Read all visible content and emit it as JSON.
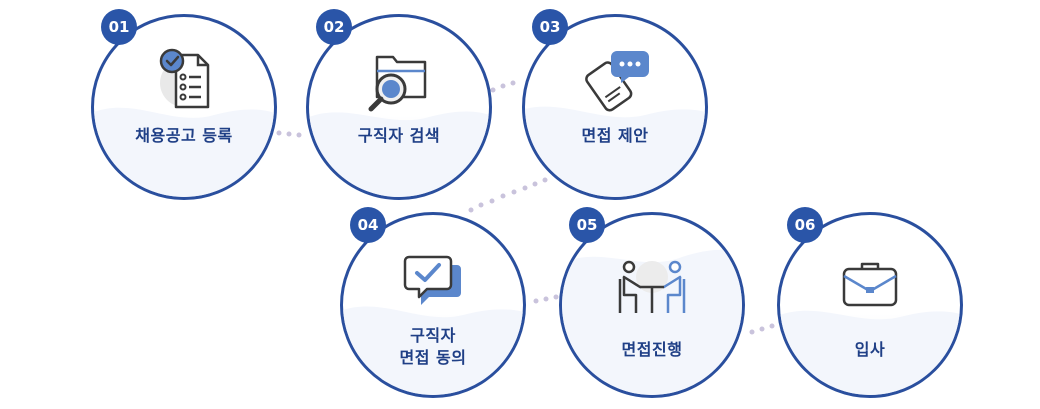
{
  "steps": [
    {
      "num": "01",
      "label": "채용공고 등록",
      "icon": "checklist-document-icon"
    },
    {
      "num": "02",
      "label": "구직자 검색",
      "icon": "folder-search-icon"
    },
    {
      "num": "03",
      "label": "면접 제안",
      "icon": "phone-chat-icon"
    },
    {
      "num": "04",
      "label_line1": "구직자",
      "label_line2": "면접 동의",
      "icon": "chat-check-icon"
    },
    {
      "num": "05",
      "label": "면접진행",
      "icon": "interview-meeting-icon"
    },
    {
      "num": "06",
      "label": "입사",
      "icon": "briefcase-icon"
    }
  ],
  "colors": {
    "accent": "#2a4f9e",
    "badge": "#2a55a8",
    "dots": "#c9c3dc",
    "icon_blue": "#5b87cc",
    "icon_dark": "#3a3a3a"
  }
}
